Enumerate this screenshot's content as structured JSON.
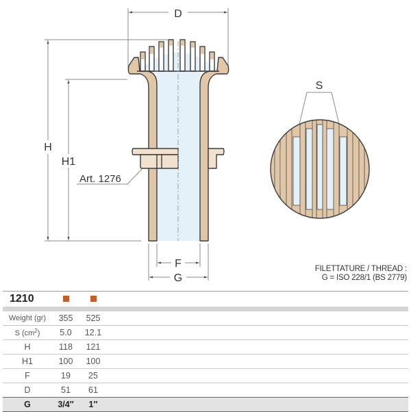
{
  "drawing": {
    "labels": {
      "D": "D",
      "H": "H",
      "H1": "H1",
      "F": "F",
      "G": "G",
      "S": "S",
      "accessory": "Art. 1276"
    },
    "colors": {
      "bronze_fill": "#e2c6a8",
      "bronze_light": "#f1e1cf",
      "water_fill": "#e4f1f8",
      "outline": "#3b3b3b",
      "dim_line": "#8a8a8a"
    }
  },
  "thread_note": {
    "line1": "FILETTATURE / THREAD :",
    "line2": "G = ISO 228/1 (BS 2779)"
  },
  "table": {
    "model": "1210",
    "swatch_color": "#c0612b",
    "columns": 2,
    "rows": [
      {
        "label": "Weight (gr)",
        "v1": "355",
        "v2": "525"
      },
      {
        "label": "S (cm",
        "label_sup": "2",
        "label_end": ")",
        "v1": "5.0",
        "v2": "12.1"
      },
      {
        "label": "H",
        "v1": "118",
        "v2": "121"
      },
      {
        "label": "H1",
        "v1": "100",
        "v2": "100"
      },
      {
        "label": "F",
        "v1": "19",
        "v2": "25"
      },
      {
        "label": "D",
        "v1": "51",
        "v2": "61"
      }
    ],
    "g_row": {
      "label": "G",
      "v1": "3/4″",
      "v2": "1″"
    }
  }
}
